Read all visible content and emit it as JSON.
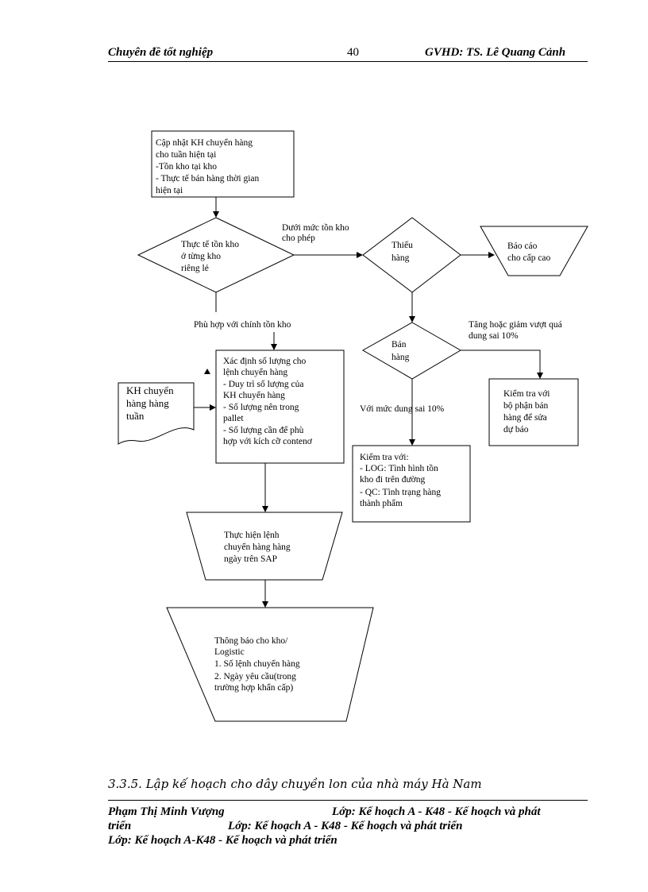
{
  "header": {
    "left": "Chuyên đề tốt nghiệp",
    "page_number": "40",
    "right": "GVHD: TS. Lê Quang Cảnh"
  },
  "flowchart": {
    "box_update": {
      "lines": [
        "Cập nhật KH chuyển hàng",
        "cho tuần hiện tại",
        "-Tồn kho tại kho",
        "- Thực tế bán hàng thời gian",
        "hiện tại"
      ]
    },
    "diamond_stock": {
      "lines": [
        "Thực tế tồn kho",
        "ở từng kho",
        "riêng lẻ"
      ]
    },
    "label_below_min": {
      "lines": [
        "Dưới mức tồn kho",
        "cho phép"
      ]
    },
    "diamond_shortage": {
      "lines": [
        "Thiếu",
        "hàng"
      ]
    },
    "report_shape": {
      "lines": [
        "Báo cáo",
        "cho cấp cao"
      ]
    },
    "label_fits": "Phù hợp với chính tồn kho",
    "label_over_tolerance": {
      "lines": [
        "Tăng hoặc giảm vượt quá",
        "dung sai 10%"
      ]
    },
    "diamond_sales": {
      "lines": [
        "Bán",
        "hàng"
      ]
    },
    "box_determine": {
      "lines": [
        "Xác định số lượng cho",
        "lệnh chuyển hàng",
        "- Duy trì số lượng của",
        "KH  chuyển hàng",
        "- Số lượng nên trong",
        "pallet",
        "- Số lượng cần để phù",
        "hợp với kích cỡ contenơ"
      ]
    },
    "document_weekly": {
      "lines": [
        "KH chuyển",
        "hàng hàng",
        "tuần"
      ]
    },
    "label_within_tolerance": "Với mức dung sai 10%",
    "box_check_sales": {
      "lines": [
        "Kiểm  tra với",
        "bộ phận bán",
        "hàng để sửa",
        "dự báo"
      ]
    },
    "box_check_log": {
      "lines": [
        "Kiểm  tra với:",
        "- LOG:  Tình hình tồn",
        "kho đi trên đường",
        "- QC:  Tình trạng hàng",
        "thành phẩm"
      ]
    },
    "trap_execute": {
      "lines": [
        "Thực hiện lệnh",
        "chuyển hàng hàng",
        "ngày trên SAP"
      ]
    },
    "trap_notify": {
      "lines": [
        "Thông báo cho kho/",
        "Logistic",
        "1. Số lệnh chuyển hàng",
        "2. Ngày yêu cầu(trong",
        "trường hợp khẩn cấp)"
      ]
    }
  },
  "section_heading": "3.3.5. Lập kế hoạch cho dây chuyền lon của nhà máy Hà Nam",
  "footer": {
    "line1_name": "Phạm Thị Minh Vượng",
    "line1_class": "Lớp: Kế hoạch A - K48 - Kế hoạch và phát",
    "line2_start": "triển",
    "line2_class": "Lớp: Kế hoạch A - K48 - Kế hoạch và phát triển",
    "line3": "Lớp: Kế hoạch A-K48 - Kế hoạch và phát triển"
  }
}
